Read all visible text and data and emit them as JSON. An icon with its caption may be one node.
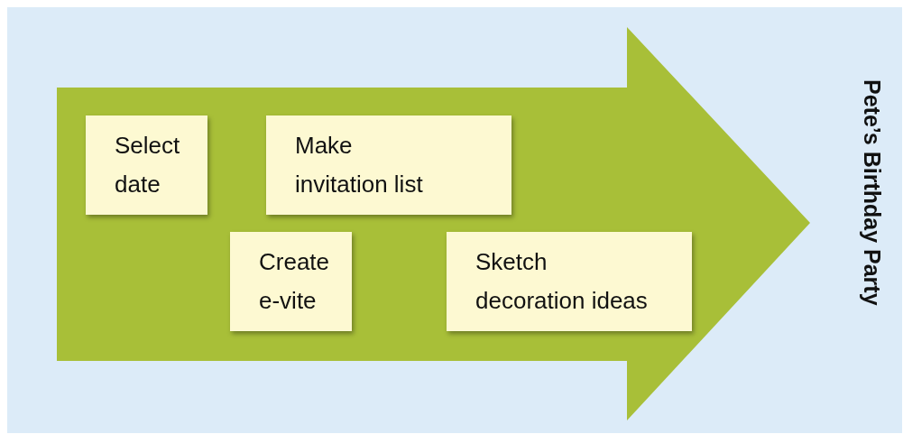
{
  "diagram": {
    "title": "Pete’s Birthday Party",
    "nodes": [
      {
        "text": [],
        "shape": "arrow"
      },
      {
        "text": [
          "Select date"
        ],
        "in": 0
      },
      {
        "text": [
          "Make invitation list"
        ],
        "in": 0
      },
      {
        "text": [
          "Create e-vite"
        ],
        "in": 0
      },
      {
        "text": [
          "Sketch decoration ideas"
        ],
        "in": 0
      }
    ]
  }
}
